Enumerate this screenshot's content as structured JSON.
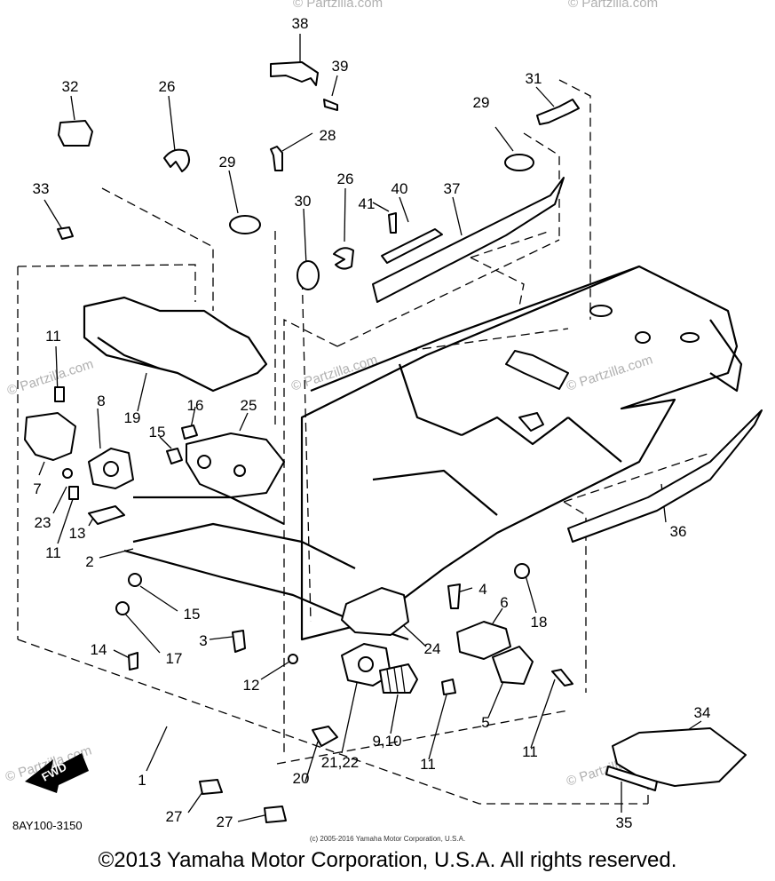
{
  "diagram_code": "8AY100-3150",
  "fwd_label": "FWD",
  "watermark": "© Partzilla.com",
  "copyright_small": "(c) 2005-2016 Yamaha Motor Corporation, U.S.A.",
  "copyright_main": "©2013 Yamaha Motor Corporation, U.S.A. All rights reserved.",
  "callouts": [
    "38",
    "39",
    "32",
    "26",
    "28",
    "29",
    "31",
    "29",
    "33",
    "30",
    "26",
    "40",
    "41",
    "37",
    "11",
    "8",
    "19",
    "16",
    "25",
    "15",
    "7",
    "23",
    "11",
    "13",
    "2",
    "15",
    "17",
    "14",
    "3",
    "12",
    "4",
    "18",
    "6",
    "24",
    "21,22",
    "9,10",
    "5",
    "11",
    "11",
    "34",
    "36",
    "1",
    "20",
    "27",
    "27",
    "35"
  ]
}
